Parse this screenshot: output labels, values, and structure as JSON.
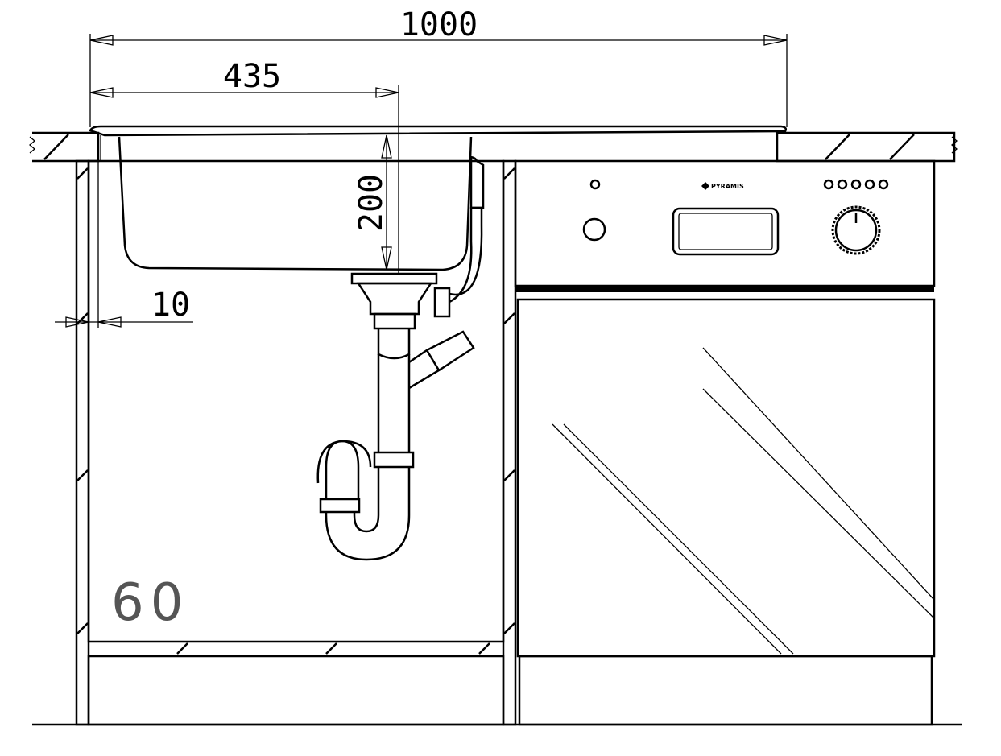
{
  "dimensions": {
    "overall_width": "1000",
    "bowl_offset": "435",
    "bowl_depth": "200",
    "side_gap": "10"
  },
  "cabinet_label": "60",
  "appliance": {
    "brand": "PYRAMIS",
    "indicator_lights": 5
  }
}
